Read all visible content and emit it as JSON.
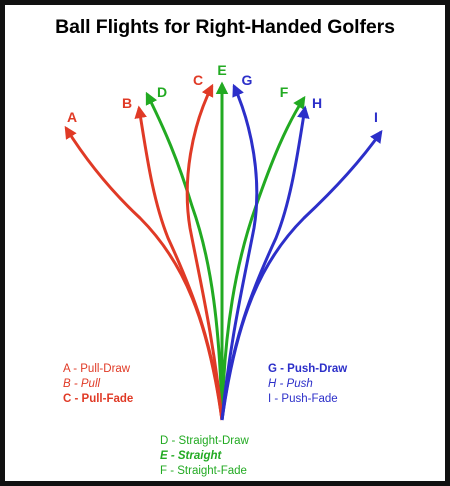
{
  "title": "Ball Flights for Right-Handed Golfers",
  "colors": {
    "red": "#e03a26",
    "green": "#22aa22",
    "blue": "#2c2fc9"
  },
  "flights": [
    {
      "letter": "A",
      "color": "red"
    },
    {
      "letter": "B",
      "color": "red"
    },
    {
      "letter": "C",
      "color": "red"
    },
    {
      "letter": "D",
      "color": "green"
    },
    {
      "letter": "E",
      "color": "green"
    },
    {
      "letter": "F",
      "color": "green"
    },
    {
      "letter": "G",
      "color": "blue"
    },
    {
      "letter": "H",
      "color": "blue"
    },
    {
      "letter": "I",
      "color": "blue"
    }
  ],
  "legend": {
    "left": [
      "A - Pull-Draw",
      "B - Pull",
      "C - Pull-Fade"
    ],
    "right": [
      "G - Push-Draw",
      "H - Push",
      "I - Push-Fade"
    ],
    "center": [
      "D - Straight-Draw",
      "E - Straight",
      "F - Straight-Fade"
    ]
  }
}
